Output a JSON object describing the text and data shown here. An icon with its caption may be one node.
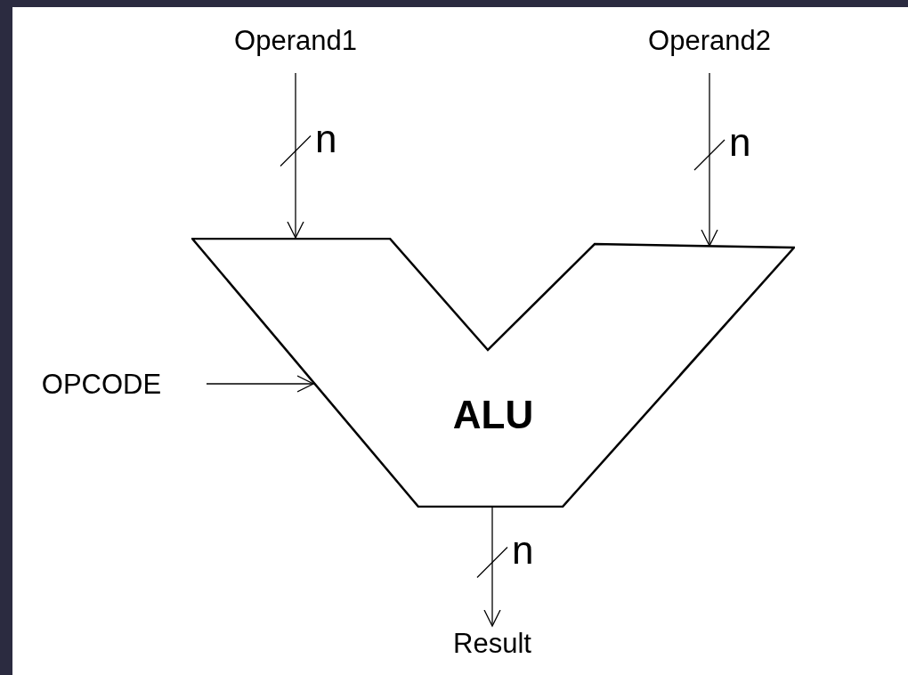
{
  "diagram": {
    "nodes": [
      {
        "text": [
          "Operand1"
        ]
      },
      {
        "text": [
          "Operand2"
        ]
      },
      {
        "text": [
          "OPCODE"
        ]
      },
      {
        "text": [
          "ALU"
        ]
      },
      {
        "text": [
          "Result"
        ]
      }
    ],
    "edges": [
      {
        "from": 0,
        "to": 3,
        "arrow": "to",
        "label": "n"
      },
      {
        "from": 1,
        "to": 3,
        "arrow": "to",
        "label": "n"
      },
      {
        "from": 2,
        "to": 3,
        "arrow": "to"
      },
      {
        "from": 3,
        "to": 4,
        "arrow": "to",
        "label": "n"
      }
    ]
  }
}
